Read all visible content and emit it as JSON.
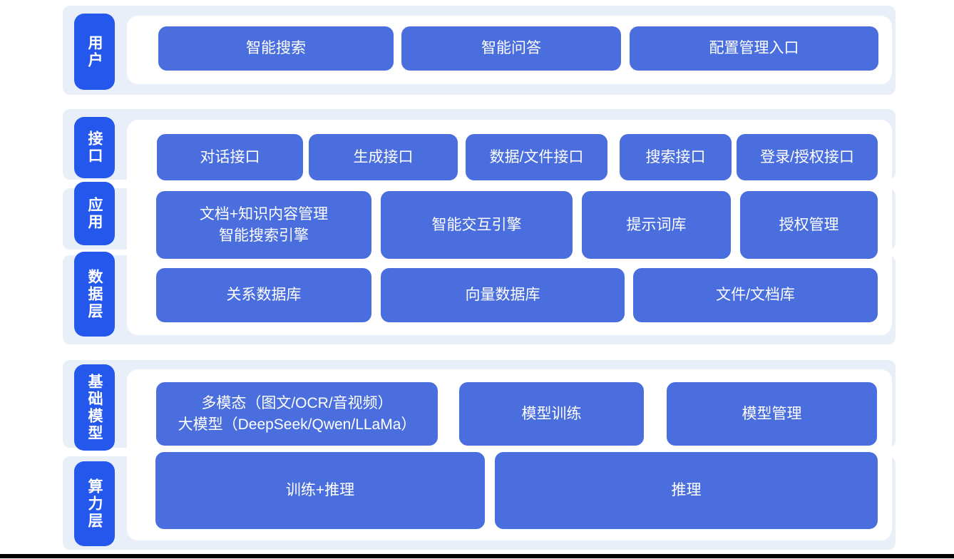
{
  "colors": {
    "band_background": "#e9eff8",
    "layer_pill_blue": "#2457ec",
    "block_blue": "#4a6edd",
    "text_white": "#ffffff",
    "bottom_rule": "#000000"
  },
  "layers": {
    "user": {
      "label": "用户",
      "blocks": {
        "smart_search": "智能搜索",
        "smart_qa": "智能问答",
        "config_entry": "配置管理入口"
      }
    },
    "interface": {
      "label": "接口",
      "blocks": {
        "dialog_api": "对话接口",
        "generate_api": "生成接口",
        "data_file_api": "数据/文件接口",
        "search_api": "搜索接口",
        "login_auth_api": "登录/授权接口"
      }
    },
    "application": {
      "label": "应用",
      "blocks": {
        "doc_knowledge_engine": "文档+知识内容管理\n智能搜索引擎",
        "interaction_engine": "智能交互引擎",
        "prompt_library": "提示词库",
        "auth_management": "授权管理"
      }
    },
    "data": {
      "label": "数据层",
      "blocks": {
        "relational_db": "关系数据库",
        "vector_db": "向量数据库",
        "file_doc_store": "文件/文档库"
      }
    },
    "foundation_model": {
      "label": "基础模型",
      "blocks": {
        "multimodal_llm": "多模态（图文/OCR/音视频）\n大模型（DeepSeek/Qwen/LLaMa）",
        "model_training": "模型训练",
        "model_management": "模型管理"
      }
    },
    "compute": {
      "label": "算力层",
      "blocks": {
        "train_plus_inference": "训练+推理",
        "inference": "推理"
      }
    }
  }
}
